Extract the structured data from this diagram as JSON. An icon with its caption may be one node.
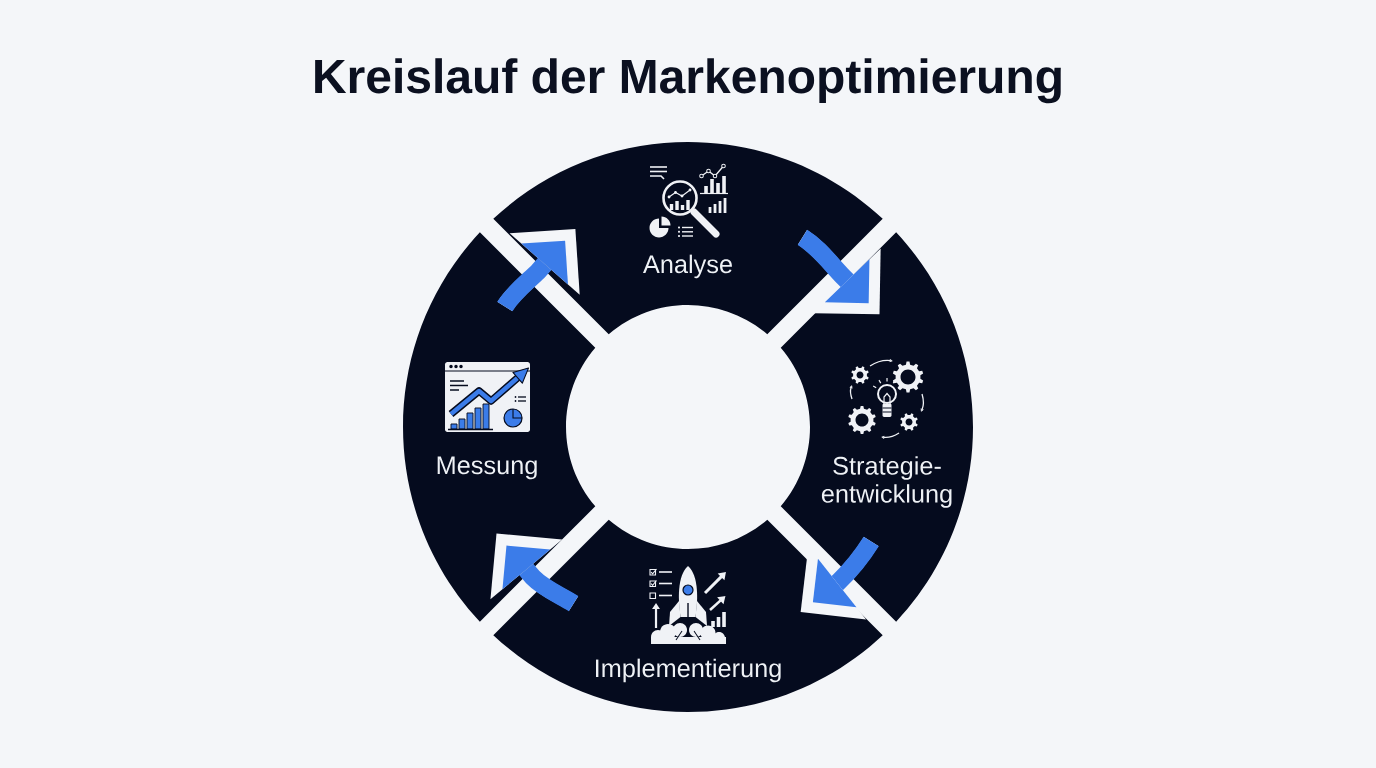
{
  "diagram": {
    "title": "Kreislauf der Markenoptimierung",
    "nodes": [
      {
        "text": [
          "Analyse"
        ]
      },
      {
        "text": [
          "Strategie- entwicklung"
        ]
      },
      {
        "text": [
          "Implementierung"
        ]
      },
      {
        "text": [
          "Messung"
        ]
      }
    ],
    "edges": [
      {
        "from": 0,
        "to": 1,
        "arrow": "to"
      },
      {
        "from": 1,
        "to": 2,
        "arrow": "to"
      },
      {
        "from": 2,
        "to": 3,
        "arrow": "to"
      },
      {
        "from": 3,
        "to": 0,
        "arrow": "to"
      }
    ]
  }
}
